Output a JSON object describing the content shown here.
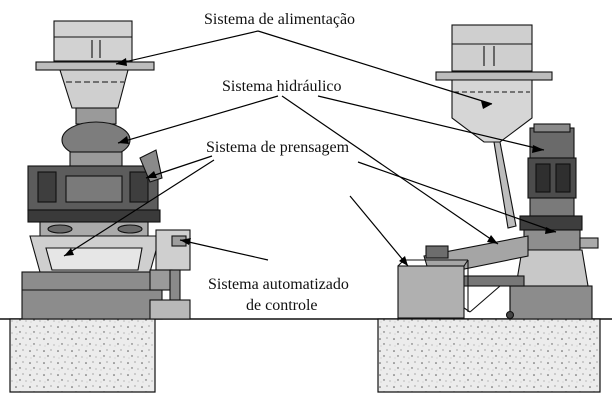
{
  "labels": {
    "feed": "Sistema de alimentação",
    "hydraulic": "Sistema hidráulico",
    "press": "Sistema de prensagem",
    "control_line1": "Sistema automatizado",
    "control_line2": "de controle"
  },
  "colors": {
    "outline": "#111111",
    "metal_light": "#c9c9c9",
    "metal_mid": "#8e8e8e",
    "metal_dark": "#4a4a4a",
    "ground": "#ececec",
    "leader": "#000000"
  }
}
